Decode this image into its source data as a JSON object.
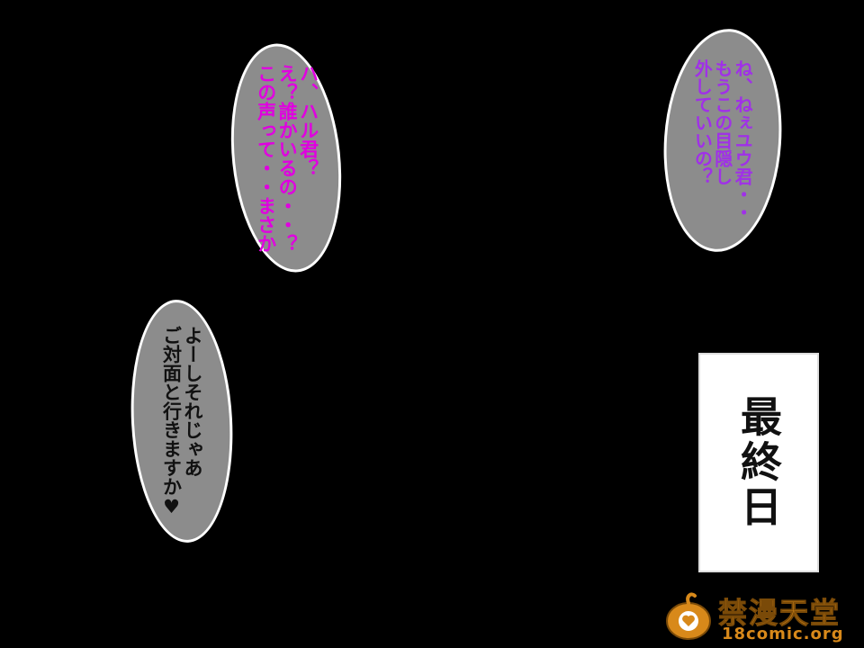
{
  "bubbles": [
    {
      "id": "haru",
      "text": "ハ、ハル君？\nえ？誰かいるの・・？\nこの声って・・まさか"
    },
    {
      "id": "yuu",
      "text": "ね、ねぇユウ君・・\nもうこの目隠し\n外していいの？"
    },
    {
      "id": "yoshi",
      "text": "よーしそれじゃあ\nご対面と行きますか♥"
    }
  ],
  "title_card": {
    "text": "最終日"
  },
  "watermark": {
    "title": "禁漫天堂",
    "url": "18comic.org"
  },
  "colors": {
    "background": "#000000",
    "bubble_fill": "#8c8c8c",
    "magenta_text": "#e000e0",
    "purple_text": "#a030e8",
    "watermark": "#d8891a"
  }
}
